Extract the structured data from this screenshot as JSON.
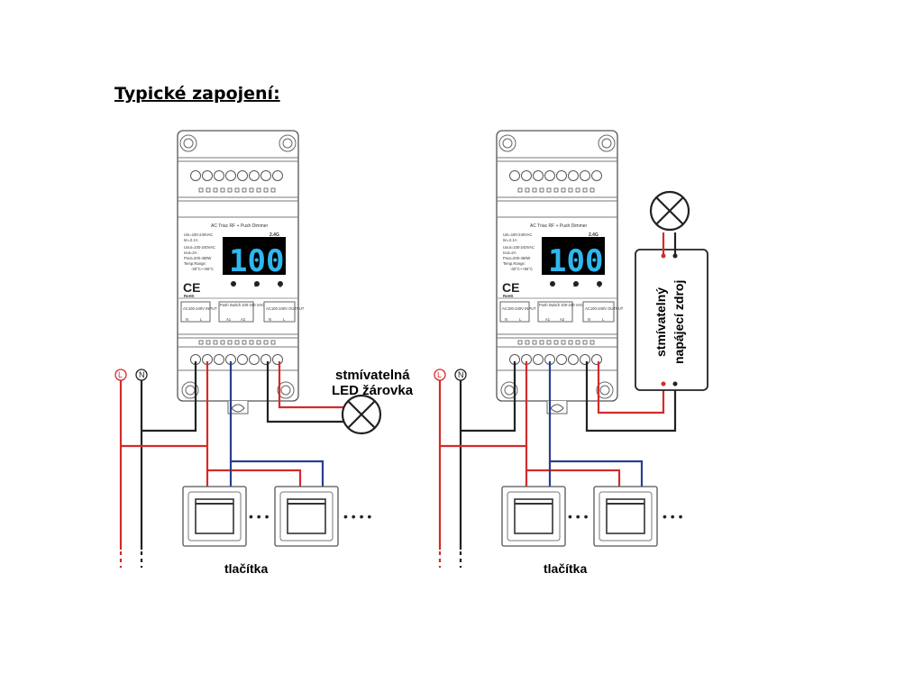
{
  "title": "Typické zapojení:",
  "dimmer": {
    "model_label": "AC Triac RF + Push Dimmer",
    "rf_label": "2.4G",
    "display_value": "100",
    "spec_lines": [
      "Uin=100-240VAC",
      "Iin=2.1A",
      "Uout=100-240VAC",
      "Iout=2A",
      "Pout=200-460W",
      "Temp.Range:",
      "-30°C~+55°C"
    ],
    "buttons": [
      "-",
      "+"
    ],
    "terminals_input_label": "AC100-240V INPUT",
    "terminals_push_label": "Push Switch 100-240 VAC",
    "terminals_output_label": "AC100-240V OUTPUT",
    "input_terminals": [
      "N",
      "L"
    ],
    "push_terminals": [
      "A1",
      "A2"
    ],
    "output_terminals": [
      "N",
      "L"
    ],
    "cert_label": "RoHS"
  },
  "left_diagram": {
    "line_L": "L",
    "line_N": "N",
    "lamp_label_1": "stmívatelná",
    "lamp_label_2": "LED žárovka",
    "buttons_label": "tlačítka",
    "ellipsis_1": "• • •",
    "ellipsis_2": "• • •  •"
  },
  "right_diagram": {
    "line_L": "L",
    "line_N": "N",
    "psu_label_1": "stmívatelný",
    "psu_label_2": "napájecí zdroj",
    "buttons_label": "tlačítka",
    "ellipsis_1": "• • •",
    "ellipsis_2": "• • •"
  },
  "colors": {
    "live_wire": "#d42a2a",
    "neutral_wire": "#222222",
    "switch_wire": "#2a3d8f",
    "display_digits": "#2fb7f0"
  }
}
